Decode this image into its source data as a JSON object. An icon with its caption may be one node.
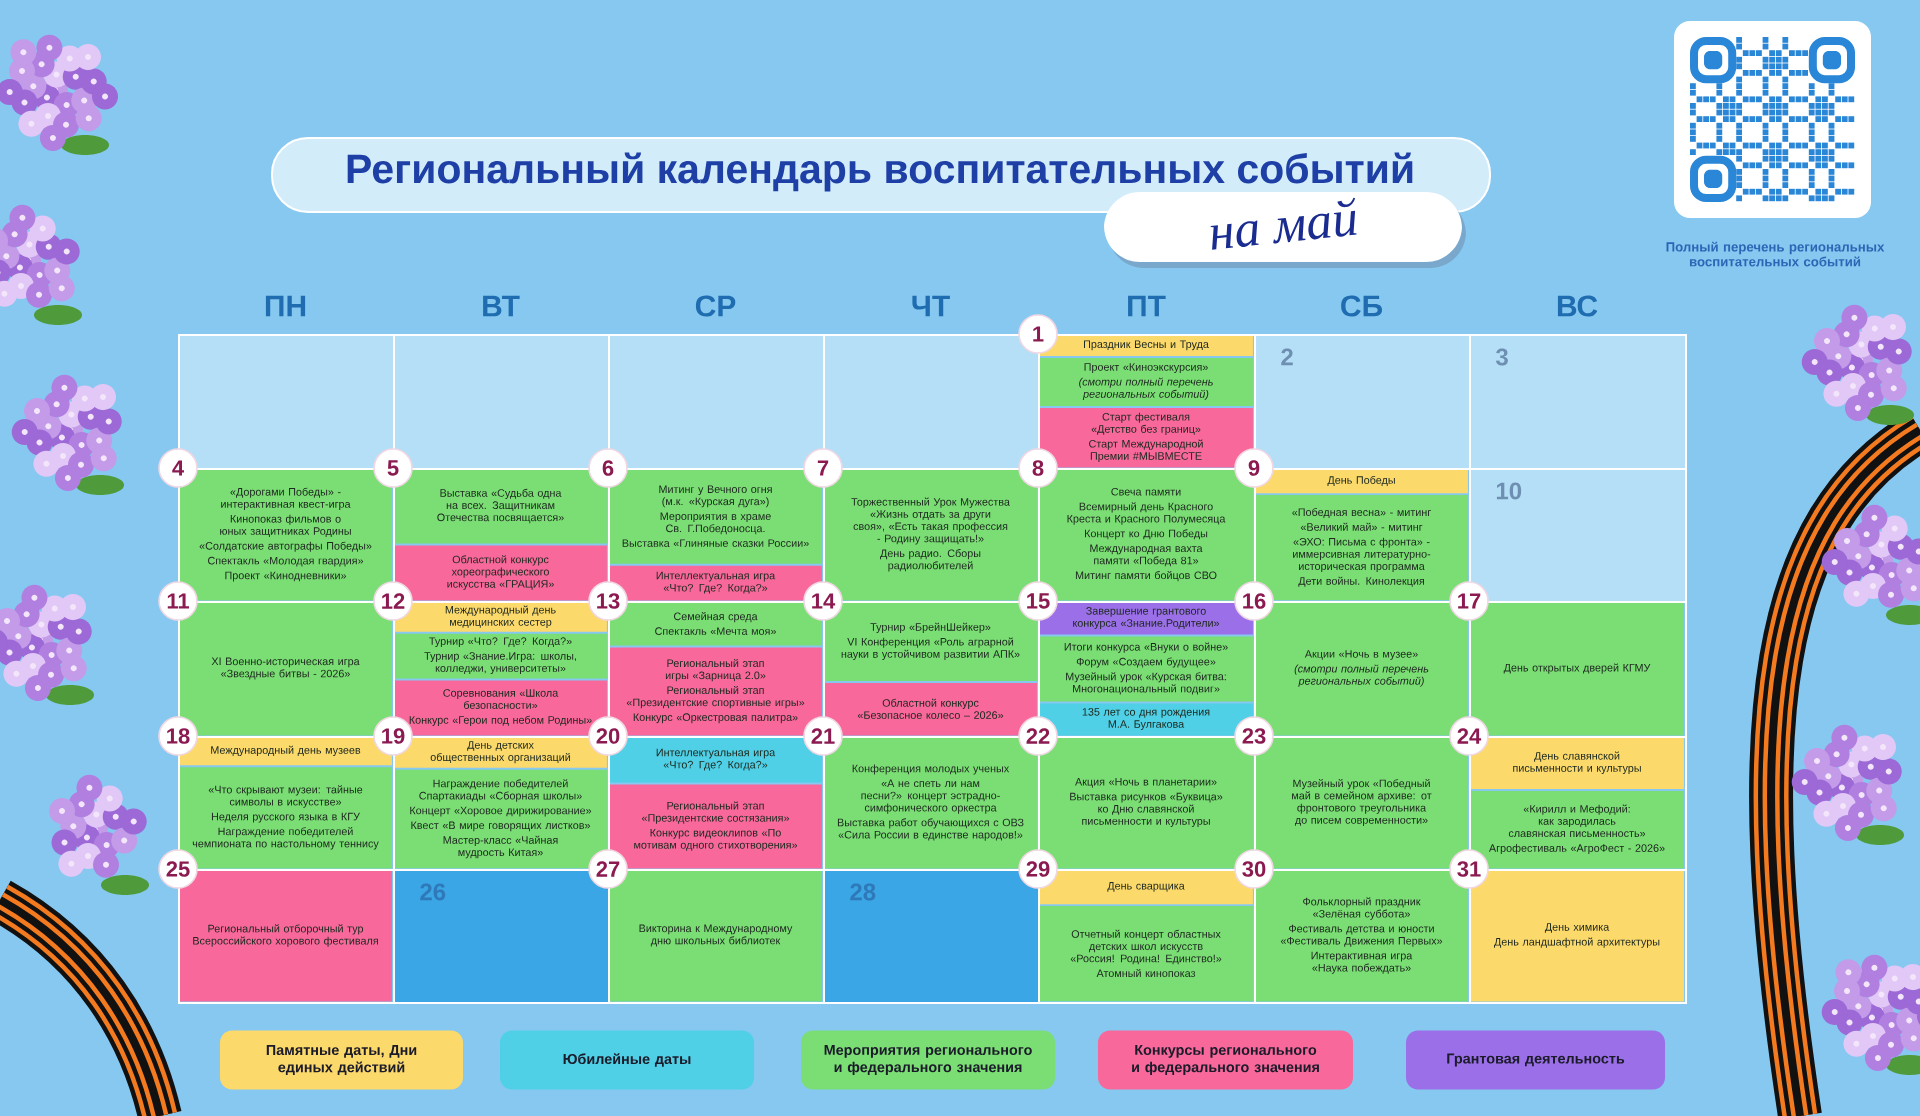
{
  "diagram": {
    "title": "Региональный календарь воспитательных событий",
    "nodes": [
      {
        "text": [],
        "shape": "box"
      },
      {
        "text": [],
        "shape": "box"
      },
      {
        "text": [],
        "shape": "box"
      },
      {
        "text": [],
        "shape": "box"
      },
      {
        "text": [
          "1"
        ]
      },
      {
        "text": [
          "Праздник Весны и Труда"
        ],
        "in": 4
      },
      {
        "text": [
          "Проект «Киноэкскурсия»",
          "(смотри полный перечень региональных событий)"
        ],
        "in": 4
      },
      {
        "text": [
          "Старт фестиваля «Детство без границ»",
          "Старт Международной Премии #МЫВМЕСТЕ"
        ],
        "in": 4
      },
      {
        "text": [
          "2"
        ]
      },
      {
        "text": [
          "3"
        ]
      },
      {
        "text": [
          "4"
        ]
      },
      {
        "text": [
          "«Дорогами Победы» - интерактивная квест-игра",
          "Кинопоказ фильмов о юных защитниках Родины",
          "«Солдатские автографы Победы»",
          "Спектакль «Молодая гвардия»",
          "Проект «Кинодневники»"
        ],
        "in": 10
      },
      {
        "text": [
          "5"
        ]
      },
      {
        "text": [
          "Выставка «Судьба одна на всех. Защитникам Отечества посвящается»"
        ],
        "in": 12
      },
      {
        "text": [
          "Областной конкурс хореографического искусства «ГРАЦИЯ»"
        ],
        "in": 12
      },
      {
        "text": [
          "6"
        ]
      },
      {
        "text": [
          "Митинг у Вечного огня (м.к. «Курская дуга»)",
          "Мероприятия в храме Св. Г.Победоносца.",
          "Выставка «Глиняные сказки России»"
        ],
        "in": 15
      },
      {
        "text": [
          "Интеллектуальная игра «Что? Где? Когда?»"
        ],
        "in": 15
      },
      {
        "text": [
          "7"
        ]
      },
      {
        "text": [
          "Торжественный Урок Мужества «Жизнь отдать за други своя», «Есть такая профессия - Родину защищать!»",
          "День радио. Сборы радиолюбителей"
        ],
        "in": 18
      },
      {
        "text": [
          "8"
        ]
      },
      {
        "text": [
          "Свеча памяти",
          "Всемирный день Красного Креста и Красного Полумесяца",
          "Концерт ко Дню Победы",
          "Международная вахта памяти «Победа 81»",
          "Митинг памяти бойцов СВО"
        ],
        "in": 20
      },
      {
        "text": [
          "9"
        ]
      },
      {
        "text": [
          "День Победы"
        ],
        "in": 22
      },
      {
        "text": [
          "«Победная весна» - митинг",
          "«Великий май» - митинг",
          "«ЭХО: Письма с фронта» - иммерсивная литературно-историческая программа",
          "Дети войны. Кинолекция"
        ],
        "in": 22
      },
      {
        "text": [
          "10"
        ]
      },
      {
        "text": [
          "11"
        ]
      },
      {
        "text": [
          "XI Военно-историческая игра «Звездные битвы - 2026»"
        ],
        "in": 26
      },
      {
        "text": [
          "12"
        ]
      },
      {
        "text": [
          "Международный день медицинских сестер"
        ],
        "in": 28
      },
      {
        "text": [
          "Турнир «Что? Где? Когда?»",
          "Турнир «Знание.Игра: школы, колледжи, университеты»"
        ],
        "in": 28
      },
      {
        "text": [
          "Соревнования «Школа безопасности»",
          "Конкурс «Герои под небом Родины»"
        ],
        "in": 28
      },
      {
        "text": [
          "13"
        ]
      },
      {
        "text": [
          "Семейная среда",
          "Спектакль «Мечта моя»"
        ],
        "in": 32
      },
      {
        "text": [
          "Региональный этап игры «Зарница 2.0»",
          "Региональный этап «Президентские спортивные игры»",
          "Конкурс «Оркестровая палитра»"
        ],
        "in": 32
      },
      {
        "text": [
          "14"
        ]
      },
      {
        "text": [
          "Турнир «БрейнШейкер»",
          "VI Конференция «Роль аграрной науки в устойчивом развитии АПК»"
        ],
        "in": 35
      },
      {
        "text": [
          "Областной конкурс «Безопасное колесо – 2026»"
        ],
        "in": 35
      },
      {
        "text": [
          "15"
        ]
      },
      {
        "text": [
          "Завершение грантового конкурса «Знание.Родители»"
        ],
        "in": 38
      },
      {
        "text": [
          "Итоги конкурса «Внуки о войне»",
          "Форум «Создаем будущее»",
          "Музейный урок «Курская битва: Многонациональный подвиг»"
        ],
        "in": 38
      },
      {
        "text": [
          "135 лет со дня рождения М.А. Булгакова"
        ],
        "in": 38
      },
      {
        "text": [
          "16"
        ]
      },
      {
        "text": [
          "Акции «Ночь в музее»",
          "(смотри полный перечень региональных событий)"
        ],
        "in": 42
      },
      {
        "text": [
          "17"
        ]
      },
      {
        "text": [
          "День открытых дверей КГМУ"
        ],
        "in": 44
      },
      {
        "text": [
          "18"
        ]
      },
      {
        "text": [
          "Международный день музеев"
        ],
        "in": 46
      },
      {
        "text": [
          "«Что скрывают музеи: тайные символы в искусстве»",
          "Неделя русского языка в КГУ",
          "Награждение победителей чемпионата по настольному теннису"
        ],
        "in": 46
      },
      {
        "text": [
          "19"
        ]
      },
      {
        "text": [
          "День детских общественных организаций"
        ],
        "in": 49
      },
      {
        "text": [
          "Награждение победителей Спартакиады «Сборная школы»",
          "Концерт «Хоровое дирижирование»",
          "Квест «В мире говорящих листков»",
          "Мастер-класс «Чайная мудрость Китая»"
        ],
        "in": 49
      },
      {
        "text": [
          "20"
        ]
      },
      {
        "text": [
          "Интеллектуальная игра «Что? Где? Когда?»"
        ],
        "in": 52
      },
      {
        "text": [
          "Региональный этап «Президентские состязания»",
          "Конкурс видеоклипов «По мотивам одного стихотворения»"
        ],
        "in": 52
      },
      {
        "text": [
          "21"
        ]
      },
      {
        "text": [
          "Конференция молодых ученых",
          "«А не спеть ли нам песни?» концерт эстрадно-симфонического оркестра",
          "Выставка работ обучающихся с ОВЗ «Сила России в единстве народов!»"
        ],
        "in": 55
      },
      {
        "text": [
          "22"
        ]
      },
      {
        "text": [
          "Акция «Ночь в планетарии»",
          "Выставка рисунков «Буквица» ко Дню славянской письменности и культуры"
        ],
        "in": 57
      },
      {
        "text": [
          "23"
        ]
      },
      {
        "text": [
          "Музейный урок «Победный май в семейном архиве: от фронтового треугольника до писем современности»"
        ],
        "in": 59
      },
      {
        "text": [
          "24"
        ]
      },
      {
        "text": [
          "День славянской письменности и культуры"
        ],
        "in": 61
      },
      {
        "text": [
          "«Кирилл и Мефодий: как зародилась славянская письменность»",
          "Агрофестиваль «АгроФест - 2026»"
        ],
        "in": 61
      },
      {
        "text": [
          "25"
        ]
      },
      {
        "text": [
          "Региональный отборочный тур Всероссийского хорового фестиваля"
        ],
        "in": 64
      },
      {
        "text": [
          "26"
        ]
      },
      {
        "text": [
          "27"
        ]
      },
      {
        "text": [
          "Викторина к Международному дню школьных библиотек"
        ],
        "in": 67
      },
      {
        "text": [
          "28"
        ]
      },
      {
        "text": [
          "29"
        ]
      },
      {
        "text": [
          "День сварщика"
        ],
        "in": 70
      },
      {
        "text": [
          "Отчетный концерт областных детских школ искусств «Россия! Родина! Единство!»",
          "Атомный кинопоказ"
        ],
        "in": 70
      },
      {
        "text": [
          "30"
        ]
      },
      {
        "text": [
          "Фольклорный праздник «Зелёная суббота»",
          "Фестиваль детства и юности «Фестиваль Движения Первых»",
          "Интерактивная игра «Наука побеждать»"
        ],
        "in": 73
      },
      {
        "text": [
          "31"
        ]
      },
      {
        "text": [
          "День химика",
          "День ландшафтной архитектуры"
        ],
        "in": 75
      }
    ],
    "labels": [
      "на май",
      "Полный перечень региональных воспитательных событий",
      "ПН",
      "ВТ",
      "СР",
      "ЧТ",
      "ПТ",
      "СБ",
      "ВС"
    ],
    "legend": [
      {
        "text": "Памятные даты, Дни единых действий",
        "color": "#fcd96b"
      },
      {
        "text": "Юбилейные даты",
        "color": "#4fd0e6"
      },
      {
        "text": "Мероприятия регионального и федерального значения",
        "color": "#7bde74"
      },
      {
        "text": "Конкурсы регионального и федерального значения",
        "color": "#f8689b"
      },
      {
        "text": "Грантовая деятельность",
        "color": "#9b6fe8"
      }
    ]
  }
}
